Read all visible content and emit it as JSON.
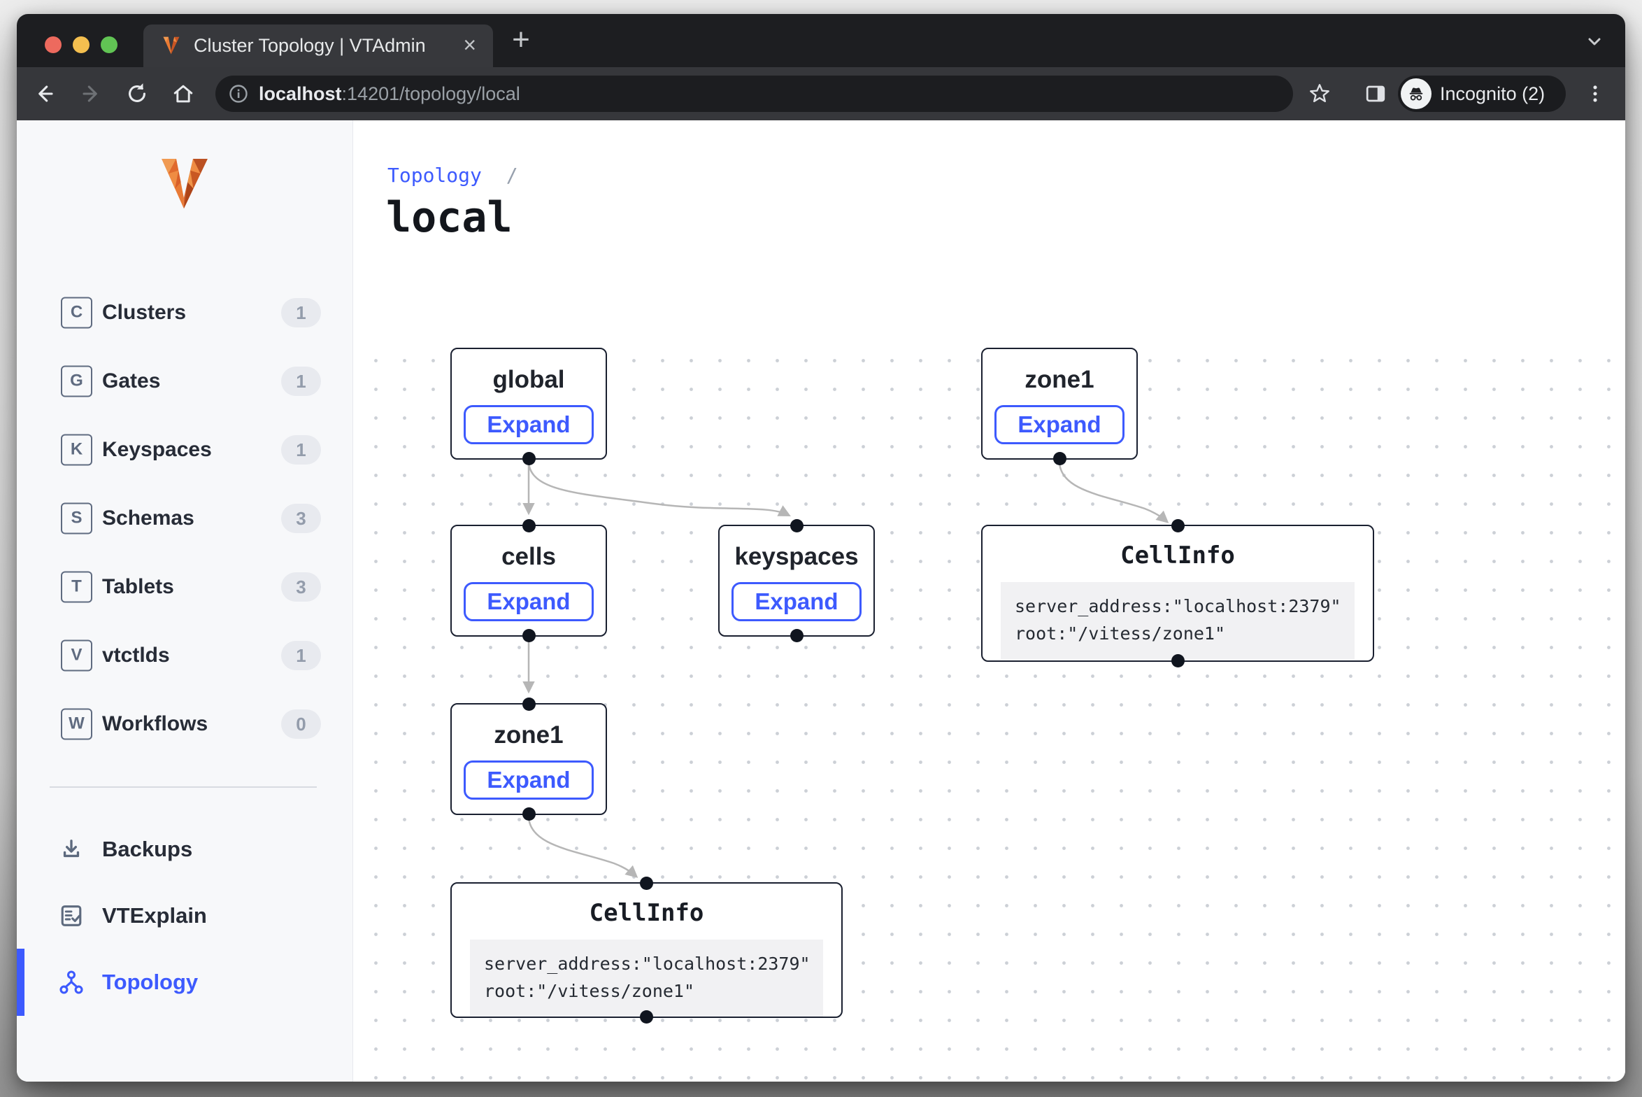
{
  "window": {
    "tab": {
      "title": "Cluster Topology | VTAdmin",
      "close": "×",
      "new_tab": "+"
    },
    "toolbar": {
      "url_host": "localhost",
      "url_rest": ":14201/topology/local",
      "incognito_label": "Incognito (2)"
    }
  },
  "sidebar": {
    "items": [
      {
        "letter": "C",
        "label": "Clusters",
        "count": "1"
      },
      {
        "letter": "G",
        "label": "Gates",
        "count": "1"
      },
      {
        "letter": "K",
        "label": "Keyspaces",
        "count": "1"
      },
      {
        "letter": "S",
        "label": "Schemas",
        "count": "3"
      },
      {
        "letter": "T",
        "label": "Tablets",
        "count": "3"
      },
      {
        "letter": "V",
        "label": "vtctlds",
        "count": "1"
      },
      {
        "letter": "W",
        "label": "Workflows",
        "count": "0"
      }
    ],
    "tools": [
      {
        "label": "Backups"
      },
      {
        "label": "VTExplain"
      },
      {
        "label": "Topology",
        "active": true
      }
    ]
  },
  "page": {
    "breadcrumb": "Topology",
    "separator": "/",
    "title": "local"
  },
  "graph": {
    "nodes": [
      {
        "id": "global",
        "label": "global",
        "button": "Expand"
      },
      {
        "id": "cells",
        "label": "cells",
        "button": "Expand"
      },
      {
        "id": "keyspaces",
        "label": "keyspaces",
        "button": "Expand"
      },
      {
        "id": "zone1-child",
        "label": "zone1",
        "button": "Expand"
      },
      {
        "id": "zone1-root",
        "label": "zone1",
        "button": "Expand"
      },
      {
        "id": "cellinfo-zone1-root",
        "title": "CellInfo",
        "code_line1": "server_address:\"localhost:2379\"",
        "code_line2": "root:\"/vitess/zone1\""
      },
      {
        "id": "cellinfo-zone1-child",
        "title": "CellInfo",
        "code_line1": "server_address:\"localhost:2379\"",
        "code_line2": "root:\"/vitess/zone1\""
      }
    ],
    "edges": [
      {
        "from": "global",
        "to": "cells"
      },
      {
        "from": "global",
        "to": "keyspaces"
      },
      {
        "from": "cells",
        "to": "zone1-child"
      },
      {
        "from": "zone1-child",
        "to": "cellinfo-zone1-child"
      },
      {
        "from": "zone1-root",
        "to": "cellinfo-zone1-root"
      }
    ]
  },
  "colors": {
    "accent": "#3d5afe",
    "node_border": "#1a2030",
    "edge": "#b6b6b6",
    "badge_bg": "#e8eaef"
  }
}
